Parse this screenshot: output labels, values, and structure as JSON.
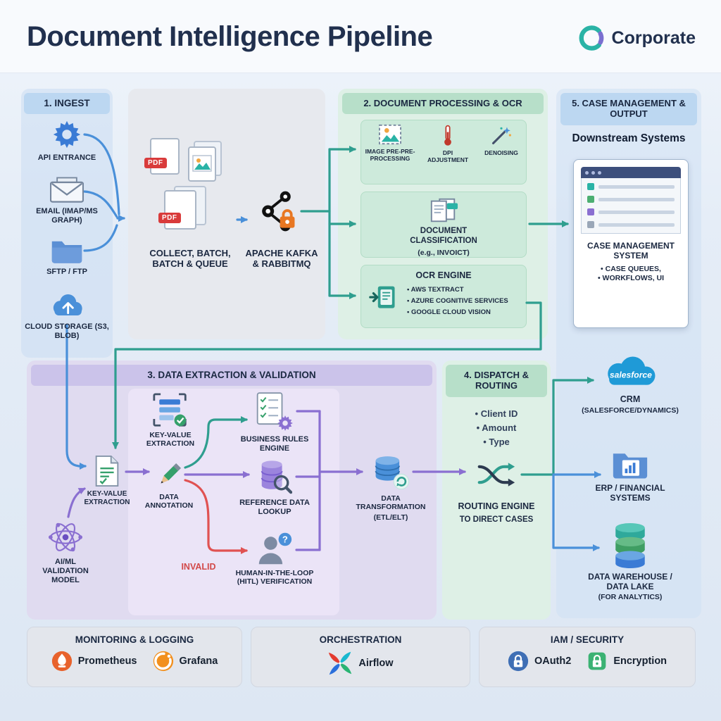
{
  "header": {
    "title": "Document Intelligence Pipeline",
    "brand": "Corporate"
  },
  "ingest": {
    "title": "1. INGEST",
    "items": [
      {
        "icon": "gear-icon",
        "label": "API ENTRANCE"
      },
      {
        "icon": "email-icon",
        "label": "EMAIL (IMAP/MS GRAPH)"
      },
      {
        "icon": "folder-icon",
        "label": "SFTP / FTP"
      },
      {
        "icon": "cloud-icon",
        "label": "CLOUD STORAGE (S3, BLOB)"
      }
    ]
  },
  "collect": {
    "pdf_badge": "PDF",
    "files_label": "COLLECT, BATCH, BATCH & QUEUE",
    "queue_label": "APACHE KAFKA & RABBITMQ"
  },
  "processing": {
    "title": "2. DOCUMENT PROCESSING & OCR",
    "pre_steps": [
      {
        "icon": "image-preprocess-icon",
        "label": "IMAGE PRE-PRE-PROCESSING"
      },
      {
        "icon": "thermometer-icon",
        "label": "DPI ADJUSTMENT"
      },
      {
        "icon": "wand-icon",
        "label": "DENOISING"
      }
    ],
    "classification": {
      "title": "DOCUMENT CLASSIFICATION",
      "sub": "(e.g., INVOICT)"
    },
    "ocr": {
      "title": "OCR ENGINE",
      "items": [
        "• AWS TEXTRACT",
        "• AZURE COGNITIVE SERVICES",
        "• GOOGLE CLOUD VISION"
      ]
    }
  },
  "extraction": {
    "title": "3. DATA EXTRACTION & VALIDATION",
    "kv_top": "KEY-VALUE EXTRACTION",
    "kv_doc": "KEY-VALUE EXTRACTION",
    "annotation": "DATA ANNOTATION",
    "business_rules": "BUSINESS RULES ENGINE",
    "reference": "REFERENCE DATA LOOKUP",
    "invalid": "INVALID",
    "hitl": "HUMAN-IN-THE-LOOP (HITL) VERIFICATION",
    "hitl_question": "?",
    "transform": {
      "label": "DATA TRANSFORMATION",
      "sub": "(ETL/ELT)"
    },
    "aiml": "AI/ML VALIDATION MODEL"
  },
  "dispatch": {
    "title": "4. DISPATCH & ROUTING",
    "criteria": [
      "• Client ID",
      "• Amount",
      "• Type"
    ],
    "routing": {
      "label": "ROUTING ENGINE",
      "sub": "TO DIRECT CASES"
    }
  },
  "output": {
    "title": "5. CASE MANAGEMENT & OUTPUT",
    "subtitle": "Downstream Systems",
    "case_box": {
      "title": "CASE MANAGEMENT SYSTEM",
      "bullets": [
        "• CASE QUEUES,",
        "• WORKFLOWS, UI"
      ]
    },
    "crm": {
      "brand": "salesforce",
      "label": "CRM",
      "sub": "(SALESFORCE/DYNAMICS)"
    },
    "erp": {
      "label": "ERP / FINANCIAL SYSTEMS"
    },
    "dw": {
      "label": "DATA WAREHOUSE / DATA LAKE",
      "sub": "(FOR ANALYTICS)"
    }
  },
  "footer": {
    "monitoring": {
      "title": "MONITORING & LOGGING",
      "items": [
        {
          "icon": "prometheus-icon",
          "label": "Prometheus"
        },
        {
          "icon": "grafana-icon",
          "label": "Grafana"
        }
      ]
    },
    "orchestration": {
      "title": "ORCHESTRATION",
      "items": [
        {
          "icon": "airflow-icon",
          "label": "Airflow"
        }
      ]
    },
    "security": {
      "title": "IAM / SECURITY",
      "items": [
        {
          "icon": "oauth-icon",
          "label": "OAuth2"
        },
        {
          "icon": "encryption-icon",
          "label": "Encryption"
        }
      ]
    }
  },
  "colors": {
    "arrow_blue": "#4a90d9",
    "arrow_teal": "#2f9e8f",
    "arrow_purple": "#8a6fd1",
    "arrow_red": "#e05252",
    "accent_navy": "#21304e"
  }
}
